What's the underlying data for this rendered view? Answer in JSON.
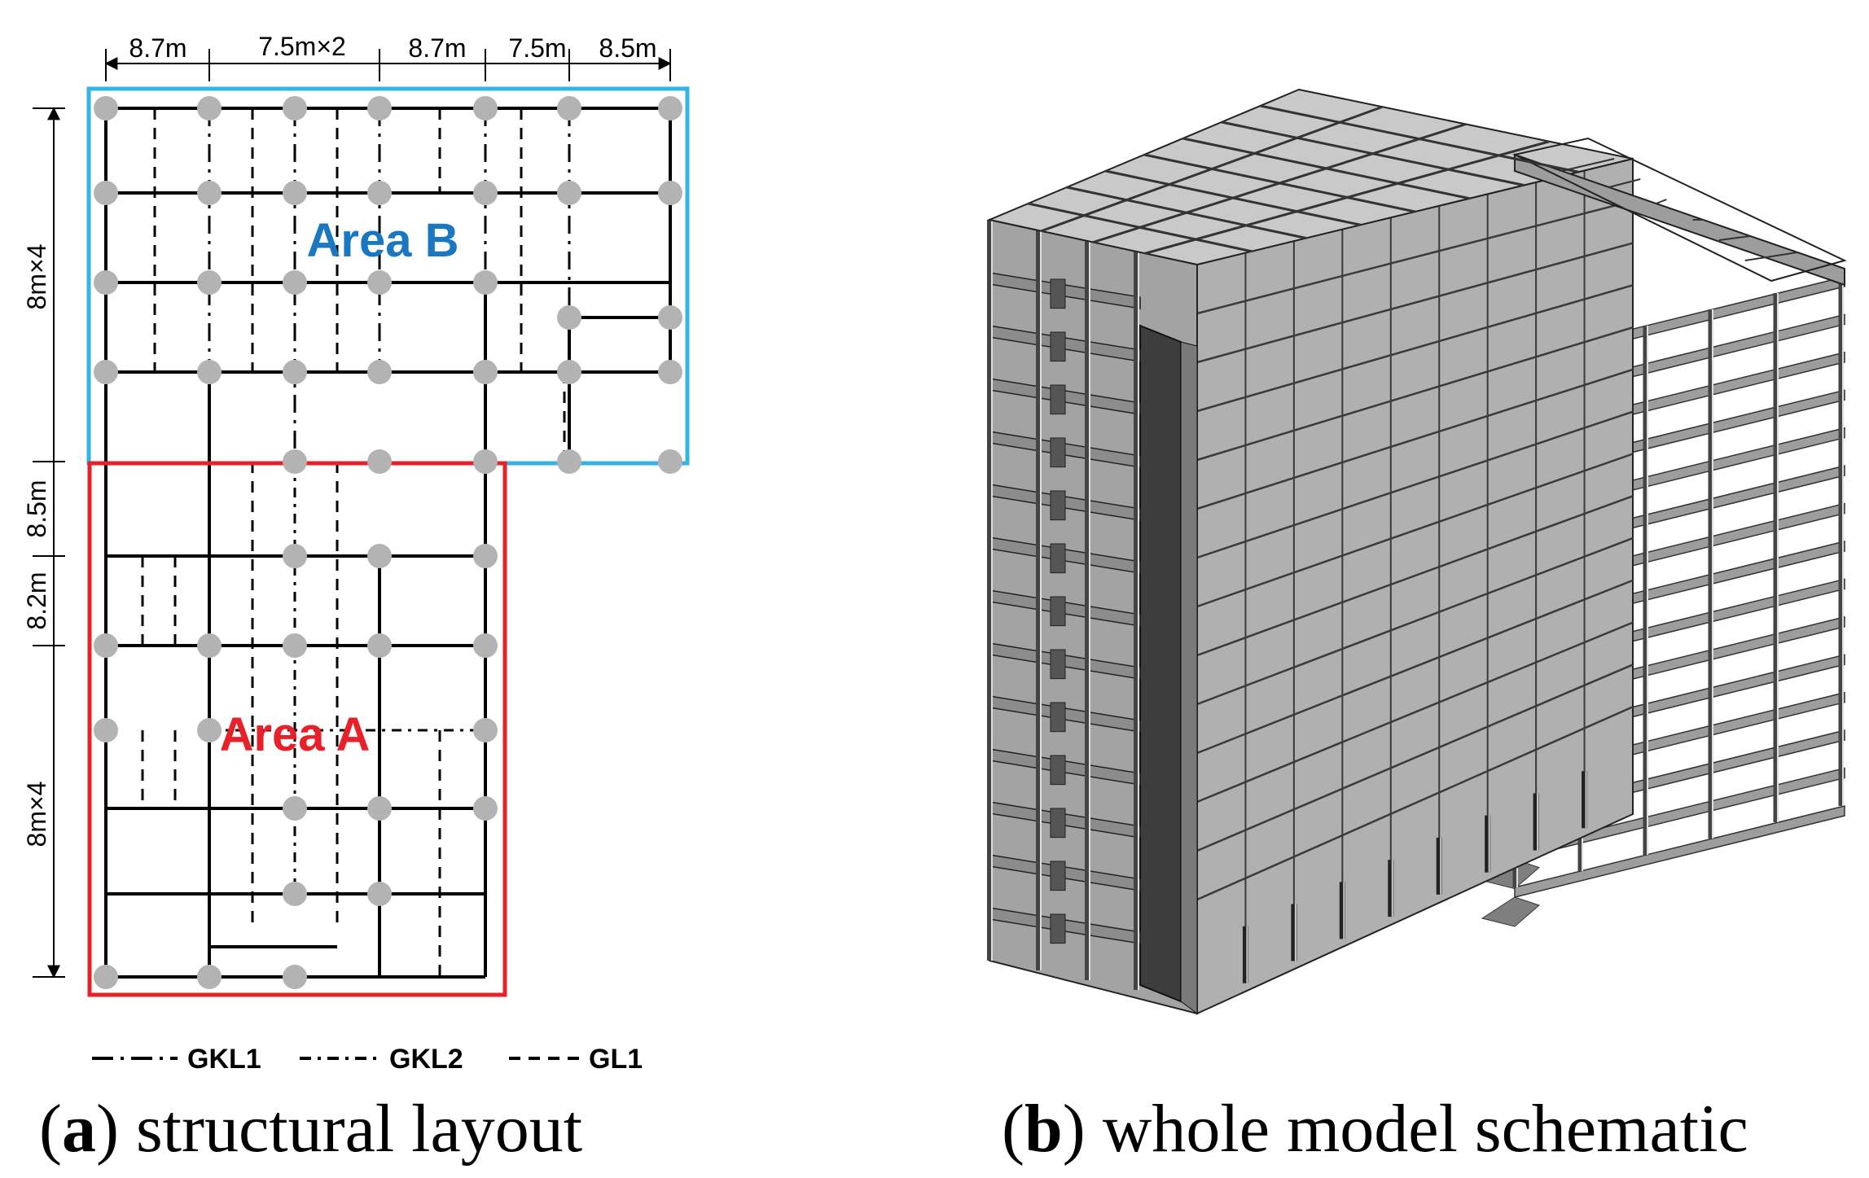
{
  "panel_a": {
    "top_dimensions": [
      "8.7m",
      "7.5m×2",
      "8.7m",
      "7.5m",
      "8.5m"
    ],
    "left_dimensions": [
      "8m×4",
      "8.5m",
      "8.2m",
      "8m×4"
    ],
    "area_a_label": "Area A",
    "area_b_label": "Area B",
    "legend": [
      {
        "style": "long-dash-dot",
        "label": "GKL1"
      },
      {
        "style": "short-dash-dot",
        "label": "GKL2"
      },
      {
        "style": "dashed",
        "label": "GL1"
      }
    ],
    "caption_letter": "a",
    "caption_text": " structural layout",
    "colors": {
      "area_a": "#e8202a",
      "area_b": "#33b4e4",
      "area_b_text": "#1a78c2",
      "column": "#b3b3b3"
    }
  },
  "panel_b": {
    "caption_letter": "b",
    "caption_text": " whole model schematic"
  }
}
